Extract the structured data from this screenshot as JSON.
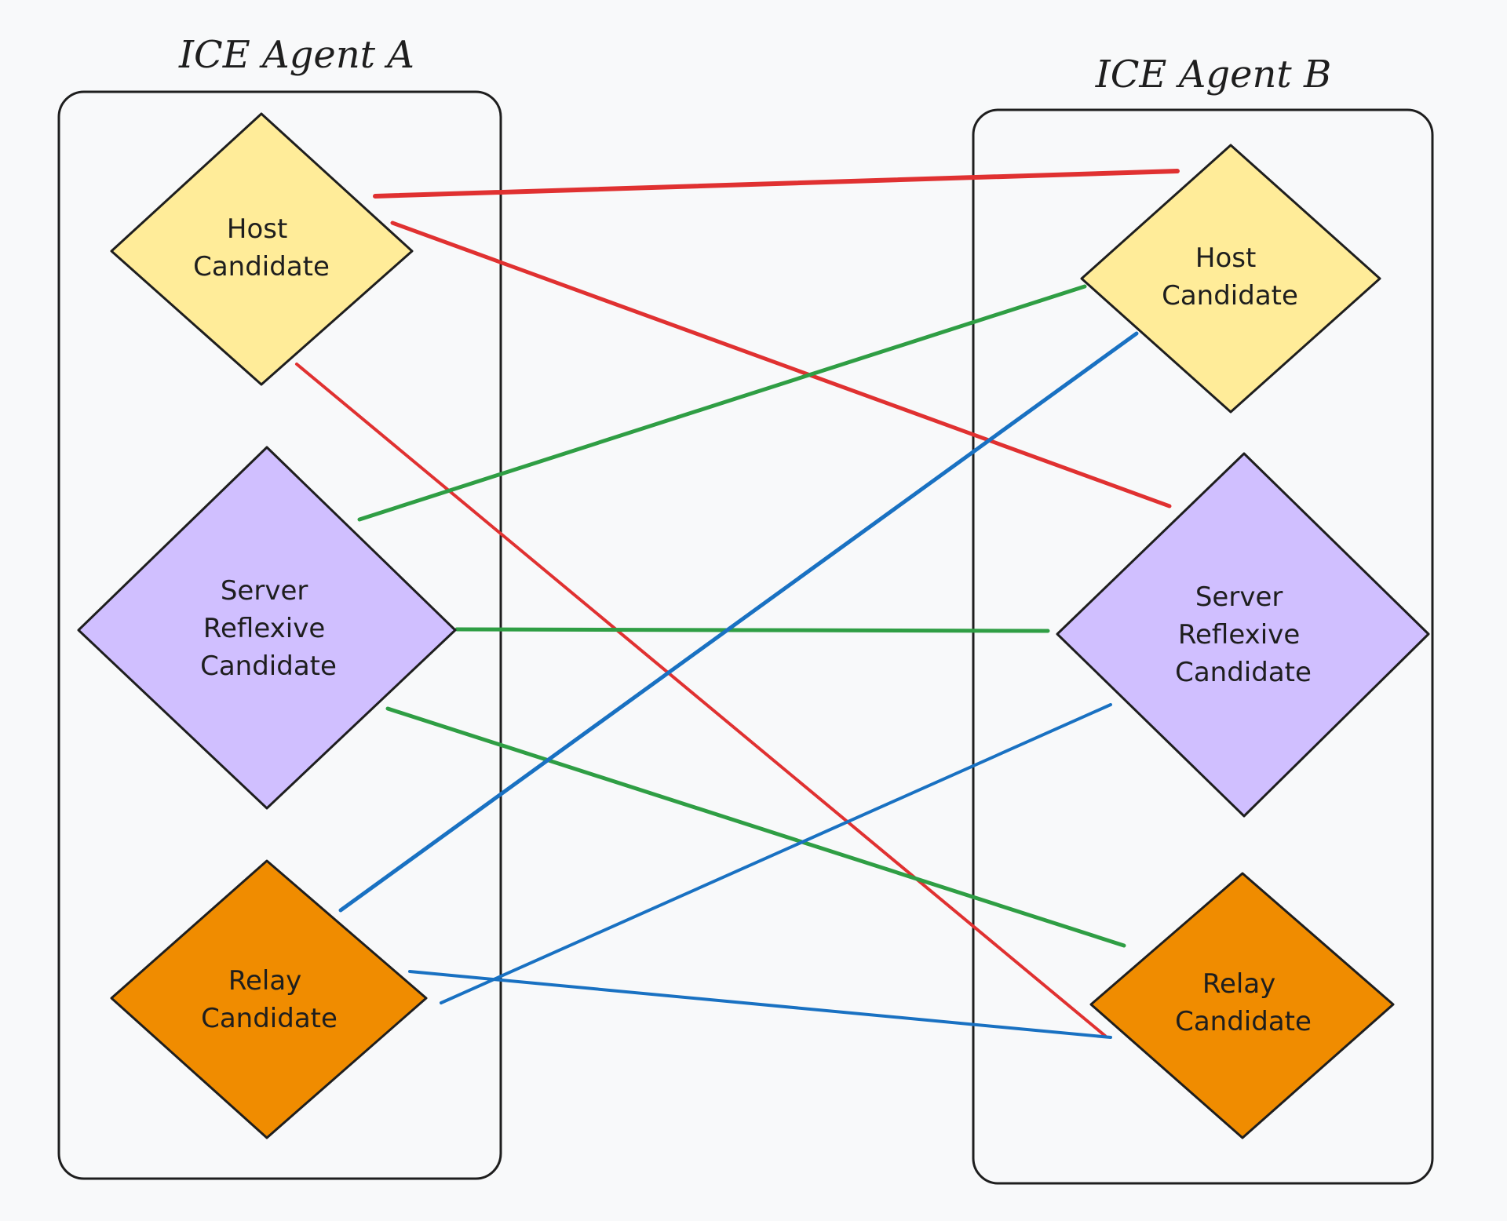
{
  "colors": {
    "background": "#f8f9fa",
    "stroke": "#1e1e1e",
    "host_fill": "#ffec99",
    "srflx_fill": "#d0bfff",
    "relay_fill": "#f08c00",
    "edge_red": "#e03131",
    "edge_green": "#2f9e44",
    "edge_blue": "#1971c2"
  },
  "agents": [
    {
      "id": "A",
      "title": "ICE Agent A",
      "candidates": [
        {
          "id": "A-host",
          "kind": "host",
          "lines": [
            "Host",
            "Candidate"
          ]
        },
        {
          "id": "A-srflx",
          "kind": "srflx",
          "lines": [
            "Server",
            "Reflexive",
            "Candidate"
          ]
        },
        {
          "id": "A-relay",
          "kind": "relay",
          "lines": [
            "Relay",
            "Candidate"
          ]
        }
      ]
    },
    {
      "id": "B",
      "title": "ICE Agent B",
      "candidates": [
        {
          "id": "B-host",
          "kind": "host",
          "lines": [
            "Host",
            "Candidate"
          ]
        },
        {
          "id": "B-srflx",
          "kind": "srflx",
          "lines": [
            "Server",
            "Reflexive",
            "Candidate"
          ]
        },
        {
          "id": "B-relay",
          "kind": "relay",
          "lines": [
            "Relay",
            "Candidate"
          ]
        }
      ]
    }
  ],
  "connections": [
    {
      "from": "A-host",
      "to": "B-host",
      "color": "red"
    },
    {
      "from": "A-host",
      "to": "B-srflx",
      "color": "red"
    },
    {
      "from": "A-host",
      "to": "B-relay",
      "color": "red"
    },
    {
      "from": "A-srflx",
      "to": "B-host",
      "color": "green"
    },
    {
      "from": "A-srflx",
      "to": "B-srflx",
      "color": "green"
    },
    {
      "from": "A-srflx",
      "to": "B-relay",
      "color": "green"
    },
    {
      "from": "A-relay",
      "to": "B-host",
      "color": "blue"
    },
    {
      "from": "A-relay",
      "to": "B-srflx",
      "color": "blue"
    },
    {
      "from": "A-relay",
      "to": "B-relay",
      "color": "blue"
    }
  ]
}
